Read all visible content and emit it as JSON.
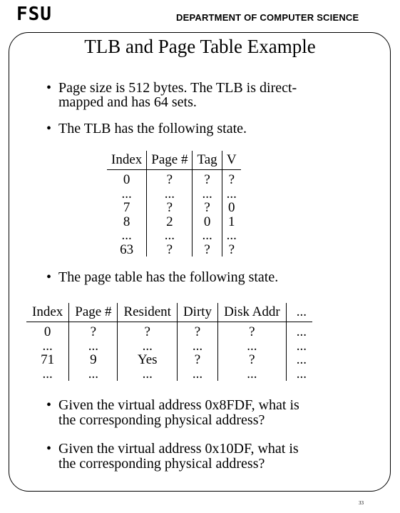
{
  "header": {
    "logo": "FSU",
    "department": "DEPARTMENT OF COMPUTER SCIENCE"
  },
  "title": "TLB and Page Table Example",
  "bullets": {
    "b1_line1": "Page size is 512 bytes.  The TLB is direct-",
    "b1_line2": "mapped and has 64 sets.",
    "b2": "The TLB has the following state.",
    "b3": "The page table has the following state.",
    "b4_line1": "Given the virtual address 0x8FDF, what is",
    "b4_line2": "the corresponding physical address?",
    "b5_line1": "Given the virtual address 0x10DF, what is",
    "b5_line2": "the corresponding physical address?",
    "marker": "•"
  },
  "tlb": {
    "headers": [
      "Index",
      "Page #",
      "Tag",
      "V"
    ],
    "rows": [
      [
        "0",
        "?",
        "?",
        "?"
      ],
      [
        "...",
        "...",
        "...",
        "..."
      ],
      [
        "7",
        "?",
        "?",
        "0"
      ],
      [
        "8",
        "2",
        "0",
        "1"
      ],
      [
        "...",
        "...",
        "...",
        "..."
      ],
      [
        "63",
        "?",
        "?",
        "?"
      ]
    ]
  },
  "page_table": {
    "headers": [
      "Index",
      "Page #",
      "Resident",
      "Dirty",
      "Disk Addr",
      "..."
    ],
    "rows": [
      [
        "0",
        "?",
        "?",
        "?",
        "?",
        "..."
      ],
      [
        "...",
        "...",
        "...",
        "...",
        "...",
        "..."
      ],
      [
        "71",
        "9",
        "Yes",
        "?",
        "?",
        "..."
      ],
      [
        "...",
        "...",
        "...",
        "...",
        "...",
        "..."
      ]
    ]
  },
  "page_number": "33"
}
